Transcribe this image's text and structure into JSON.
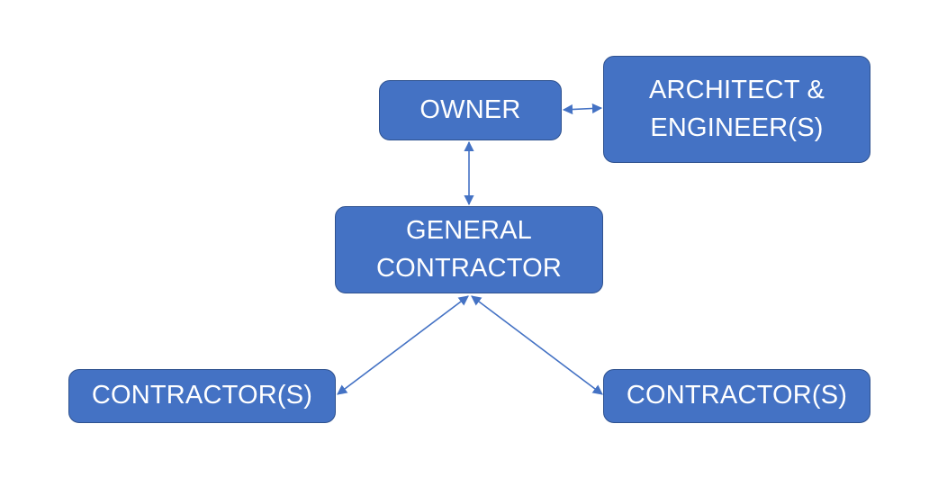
{
  "diagram": {
    "owner": {
      "label": "OWNER"
    },
    "architect_engineers": {
      "line1": "ARCHITECT &",
      "line2": "ENGINEER(S)"
    },
    "general_contractor": {
      "line1": "GENERAL",
      "line2": "CONTRACTOR"
    },
    "contractor_left": {
      "label": "CONTRACTOR(S)"
    },
    "contractor_right": {
      "label": "CONTRACTOR(S)"
    }
  },
  "colors": {
    "box_fill": "#4472C4",
    "box_border": "#2F528F",
    "connector": "#4472C4",
    "text": "#FFFFFF"
  },
  "connectors": [
    {
      "from": "owner",
      "to": "architect-engineers",
      "arrowheads": "both"
    },
    {
      "from": "owner",
      "to": "general-contractor",
      "arrowheads": "both"
    },
    {
      "from": "general-contractor",
      "to": "contractor-left",
      "arrowheads": "both"
    },
    {
      "from": "general-contractor",
      "to": "contractor-right",
      "arrowheads": "both"
    }
  ]
}
